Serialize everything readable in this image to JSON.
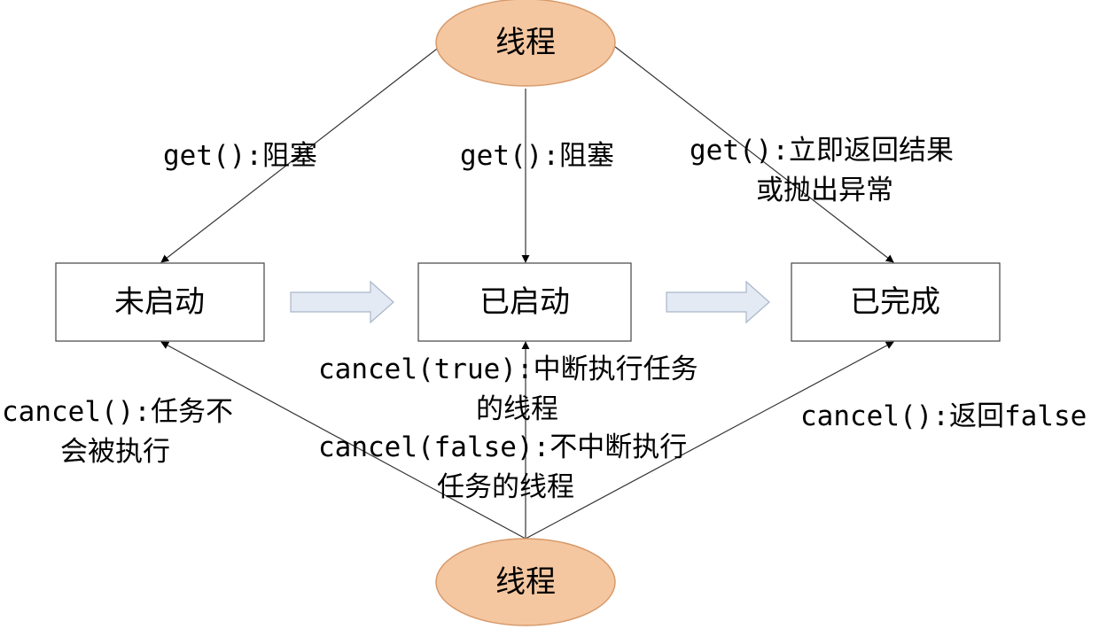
{
  "diagram": {
    "top_node": "线程",
    "bottom_node": "线程",
    "states": {
      "not_started": "未启动",
      "started": "已启动",
      "completed": "已完成"
    },
    "edges": {
      "get_not_started": "get():阻塞",
      "get_started": "get():阻塞",
      "get_completed_line1": "get():立即返回结果",
      "get_completed_line2": "或抛出异常",
      "cancel_not_started_line1": "cancel():任务不",
      "cancel_not_started_line2": "会被执行",
      "cancel_true_line1": "cancel(true):中断执行任务",
      "cancel_true_line2": "的线程",
      "cancel_false_line1": "cancel(false):不中断执行",
      "cancel_false_line2": "任务的线程",
      "cancel_completed": "cancel():返回false"
    },
    "colors": {
      "ellipse_fill": "#f4c7a1",
      "ellipse_stroke": "#d79a6a",
      "arrow_fill": "#e4eaf4",
      "arrow_stroke": "#a9b6c9"
    }
  }
}
